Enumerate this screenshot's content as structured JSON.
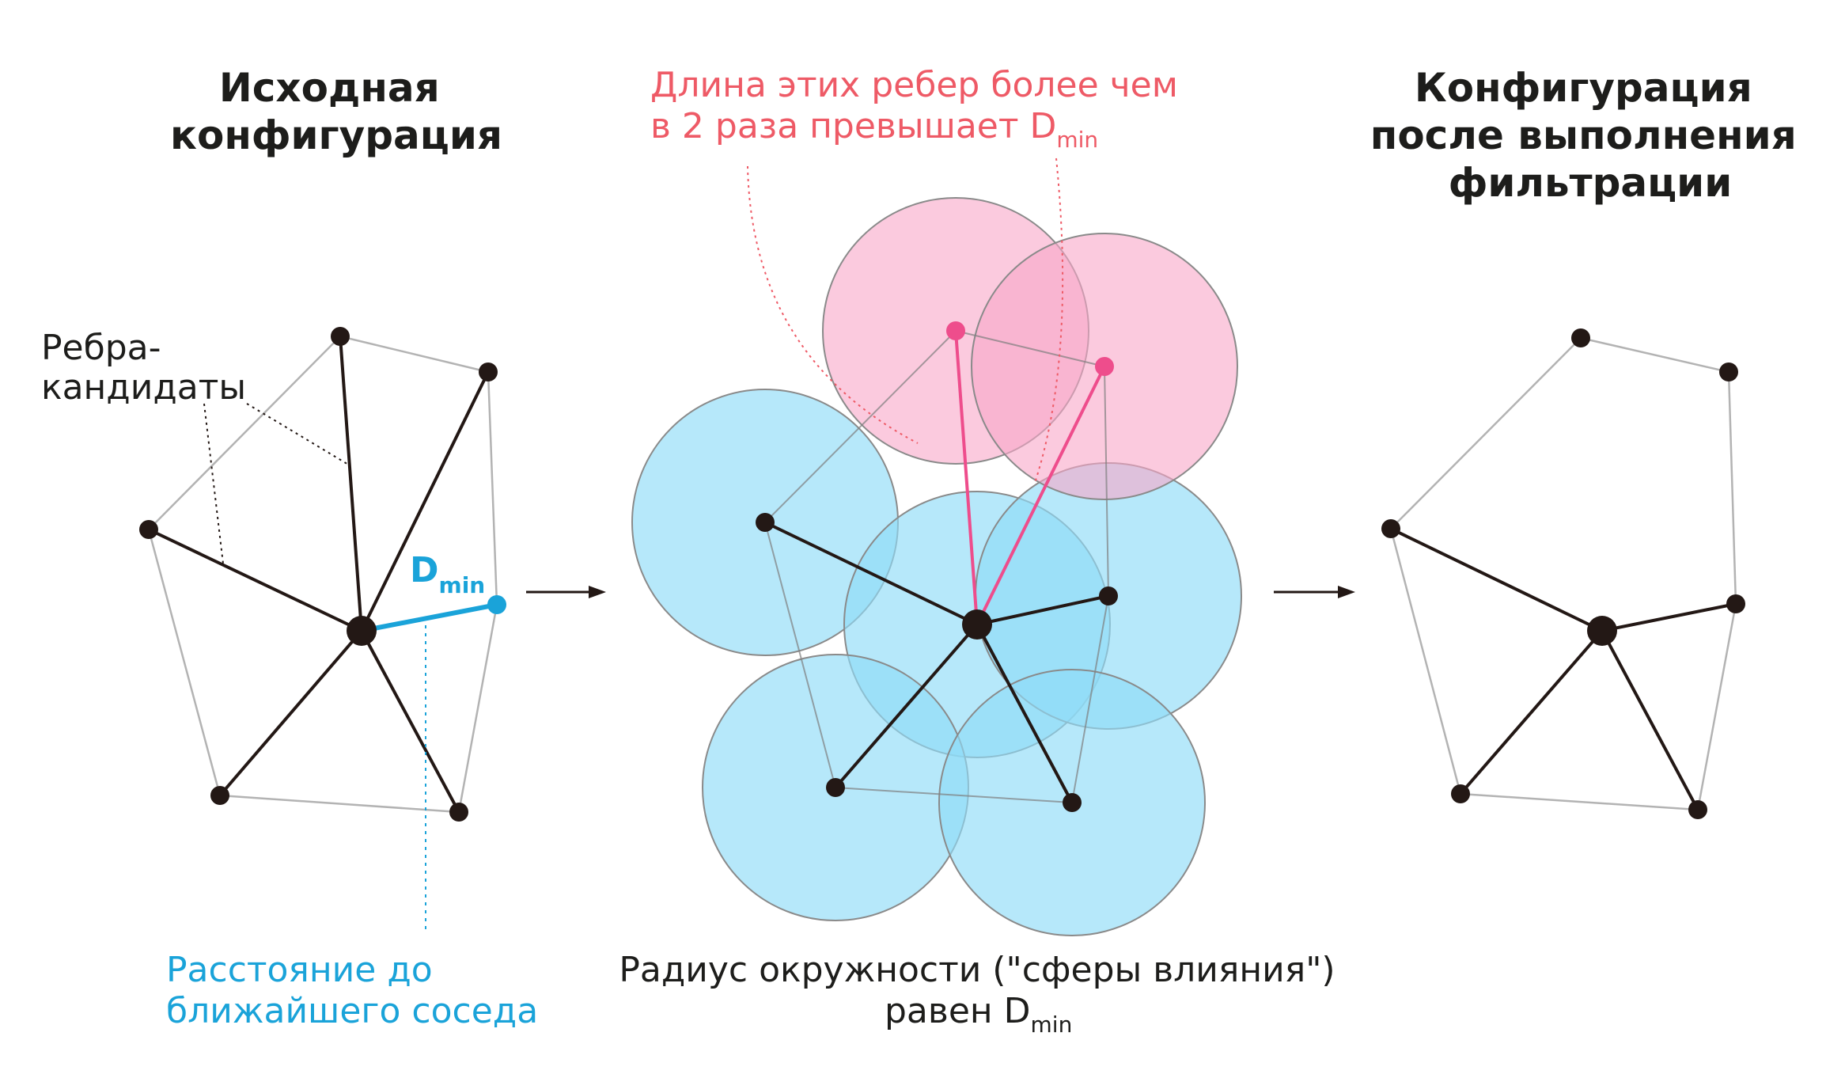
{
  "titles": {
    "left": [
      "Исходная",
      "конфигурация"
    ],
    "right": [
      "Конфигурация",
      "после выполнения",
      "фильтрации"
    ]
  },
  "annotations": {
    "candidate_edges": [
      "Ребра-",
      "кандидаты"
    ],
    "nearest_distance": [
      "Расстояние до",
      "ближайшего соседа"
    ],
    "dmin_label": {
      "main": "D",
      "sub": "min"
    },
    "long_edges": {
      "line1": "Длина этих ребер более чем",
      "line2": "в 2 раза превышает D",
      "sub": "min"
    },
    "radius": {
      "line1": "Радиус окружности (\"сферы влияния\")",
      "line2": "равен D",
      "sub": "min"
    }
  },
  "colors": {
    "dark": "#231815",
    "gray_edge": "#b3b3b3",
    "cyan": "#1aa3d9",
    "cyan_fill": "#8fdcf7",
    "pink": "#ee4d8c",
    "pink_fill": "#f8a6c8",
    "red_text": "#ee5a66"
  }
}
